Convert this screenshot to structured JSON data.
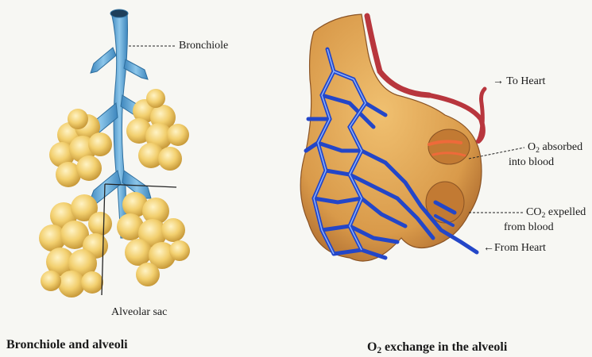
{
  "left_panel": {
    "label_bronchiole": "Bronchiole",
    "label_alveolar_sac": "Alveolar sac",
    "caption": "Bronchiole and alveoli"
  },
  "right_panel": {
    "label_to_heart": "→ To Heart",
    "label_o2_absorbed_line1": "O",
    "label_o2_absorbed_sub": "2",
    "label_o2_absorbed_rest": " absorbed",
    "label_o2_absorbed_line2": "into blood",
    "label_co2_line1": "CO",
    "label_co2_sub": "2",
    "label_co2_rest": " expelled",
    "label_co2_line2": "from blood",
    "label_from_heart": "←From Heart",
    "caption_prefix": "O",
    "caption_sub": "2",
    "caption_rest": " exchange  in the alveoli"
  },
  "colors": {
    "airway": "#5ea6d6",
    "alveoli": "#f2cf6e",
    "vessel_blue": "#2346c8",
    "artery_red": "#b8363d",
    "tissue": "#d99a4a"
  }
}
